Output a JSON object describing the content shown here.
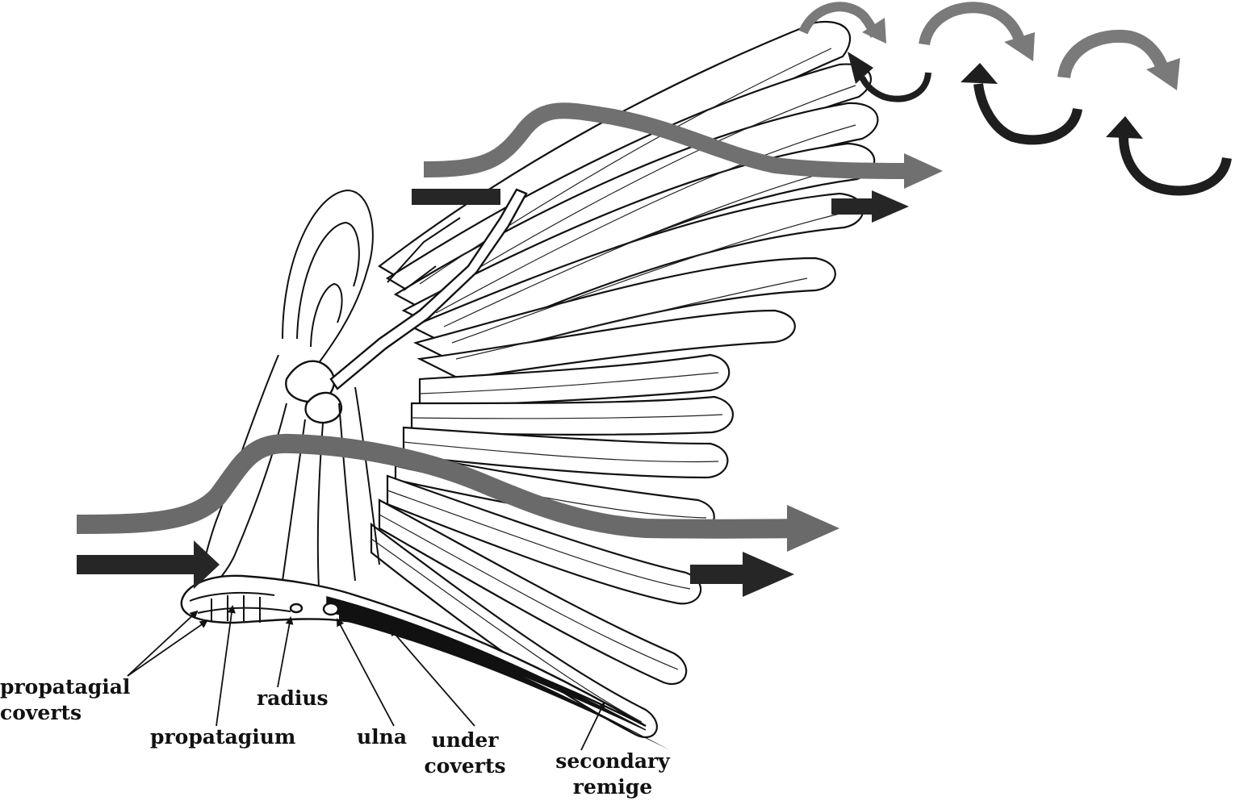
{
  "labels": {
    "propatagial_coverts": {
      "line1": "propatagial",
      "line2": "coverts"
    },
    "propatagium": "propatagium",
    "radius": "radius",
    "ulna": "ulna",
    "under_coverts": {
      "line1": "under",
      "line2": "coverts"
    },
    "secondary_remige": {
      "line1": "secondary",
      "line2": "remige"
    }
  },
  "colors": {
    "outline": "#111111",
    "upper_flow": "#6e6e6e",
    "lower_flow": "#262626",
    "vortex_upper": "#7a7a7a",
    "vortex_lower": "#1e1e1e"
  }
}
